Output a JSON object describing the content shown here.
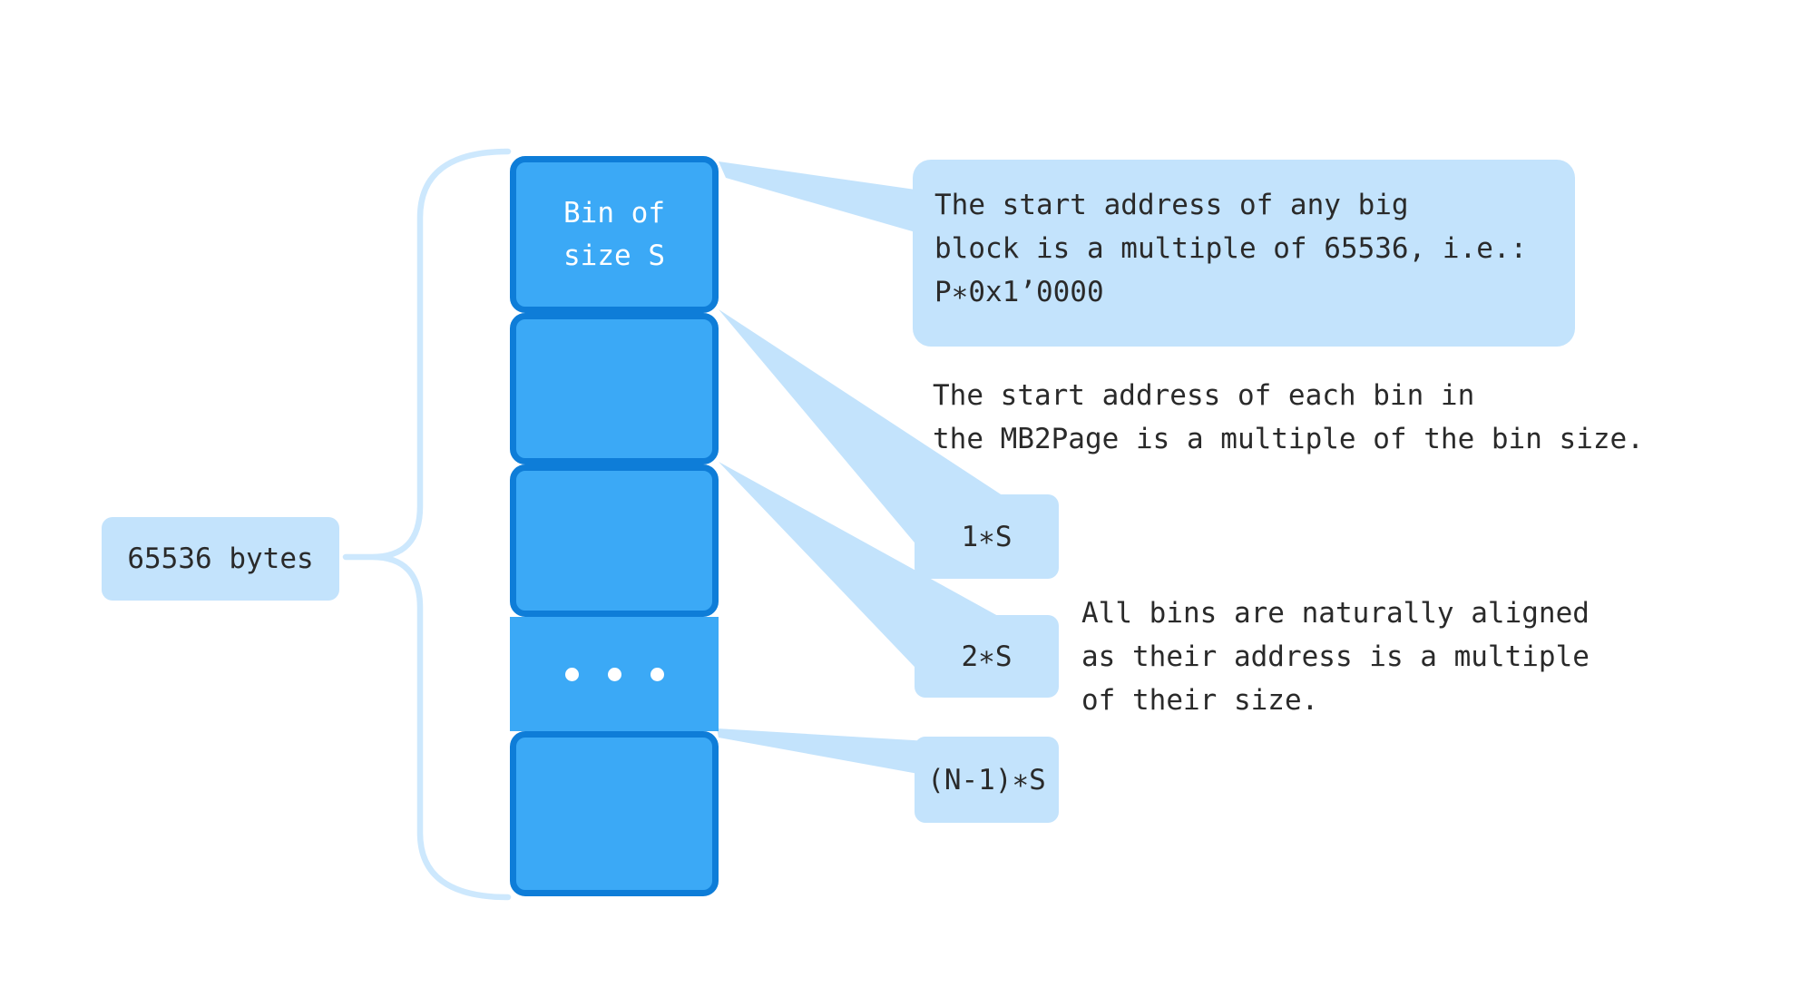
{
  "diagram": {
    "page_size_label": "65536 bytes",
    "first_bin_label": {
      "line1": "Bin of",
      "line2": "size S"
    },
    "offset_labels": [
      "1∗S",
      "2∗S",
      "(N-1)∗S"
    ],
    "callouts": {
      "big_block": {
        "lines": [
          "The start address of any big",
          "block is a multiple of 65536, i.e.:",
          "P∗0x1’0000"
        ]
      },
      "bin_start": {
        "lines": [
          "The start address of each bin in",
          "the MB2Page is a multiple of the bin size."
        ]
      },
      "alignment": {
        "lines": [
          "All bins are naturally aligned",
          "as their address is a multiple",
          "of their size."
        ]
      }
    },
    "icons": {
      "ellipsis_bin": "three-dots-horizontal",
      "page_brace": "curly-brace-left",
      "connectors": "tapered-wedge"
    },
    "colors": {
      "bin_fill": "#3BA9F6",
      "bin_border": "#0E7DD8",
      "callout_bg": "#C3E3FC",
      "brace_color": "#CDE8FD",
      "text_dark": "#2A2A2A",
      "text_light": "#FFFFFF",
      "page_bg": "#FFFFFF"
    }
  }
}
